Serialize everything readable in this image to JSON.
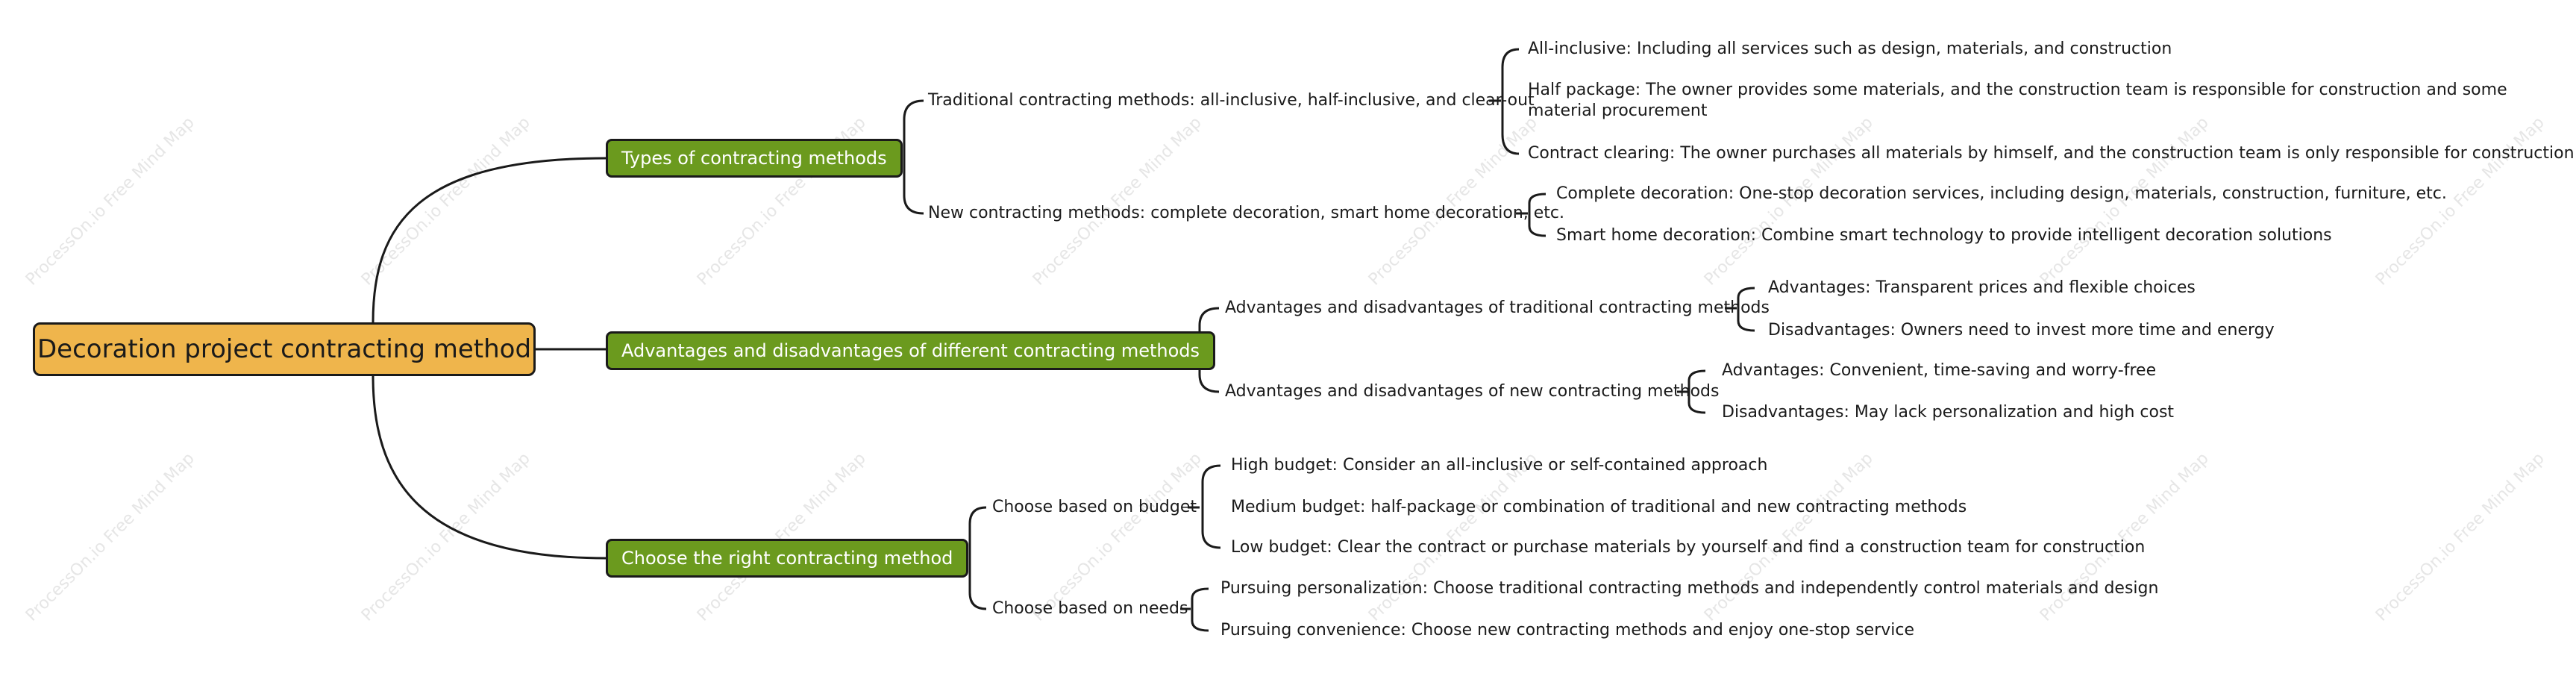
{
  "watermark": "ProcessOn.io Free Mind Map",
  "colors": {
    "root_fill": "#efb54c",
    "branch_fill": "#6b9a1e",
    "line": "#1a1a1a"
  },
  "root": "Decoration project contracting method",
  "branches": [
    {
      "label": "Types of contracting methods",
      "children": [
        {
          "label": "Traditional contracting methods: all-inclusive, half-inclusive, and clear-out",
          "children": [
            "All-inclusive: Including all services such as design, materials, and construction",
            "Half package: The owner provides some materials, and the construction team is responsible for construction and some material procurement",
            "Contract clearing: The owner purchases all materials by himself, and the construction team is only responsible for construction"
          ]
        },
        {
          "label": "New contracting methods: complete decoration, smart home decoration, etc.",
          "children": [
            "Complete decoration: One-stop decoration services, including design, materials, construction, furniture, etc.",
            "Smart home decoration: Combine smart technology to provide intelligent decoration solutions"
          ]
        }
      ]
    },
    {
      "label": "Advantages and disadvantages of different contracting methods",
      "children": [
        {
          "label": "Advantages and disadvantages of traditional contracting methods",
          "children": [
            "Advantages: Transparent prices and flexible choices",
            "Disadvantages: Owners need to invest more time and energy"
          ]
        },
        {
          "label": "Advantages and disadvantages of new contracting methods",
          "children": [
            "Advantages: Convenient, time-saving and worry-free",
            "Disadvantages: May lack personalization and high cost"
          ]
        }
      ]
    },
    {
      "label": "Choose the right contracting method",
      "children": [
        {
          "label": "Choose based on budget",
          "children": [
            "High budget: Consider an all-inclusive or self-contained approach",
            "Medium budget: half-package or combination of traditional and new contracting methods",
            "Low budget: Clear the contract or purchase materials by yourself and find a construction team for construction"
          ]
        },
        {
          "label": "Choose based on needs",
          "children": [
            "Pursuing personalization: Choose traditional contracting methods and independently control materials and design",
            "Pursuing convenience: Choose new contracting methods and enjoy one-stop service"
          ]
        }
      ]
    }
  ]
}
